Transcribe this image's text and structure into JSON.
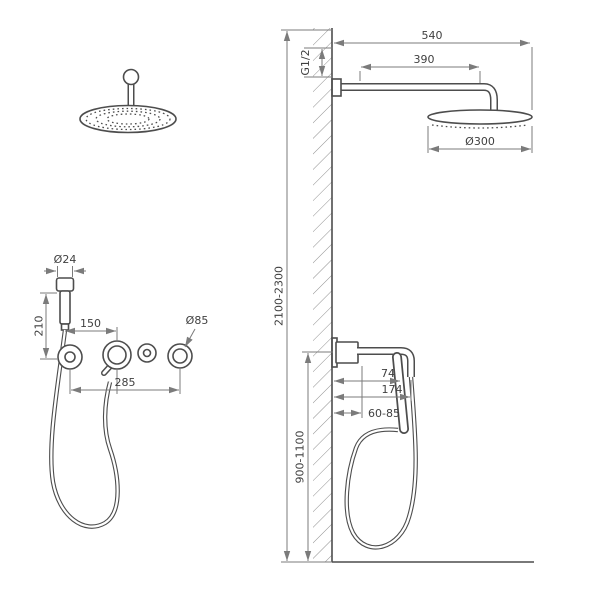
{
  "front_view": {
    "hand_shower_diameter": "Ø24",
    "hand_shower_offset": "210",
    "handle_spacing": "150",
    "trim_width": "285",
    "handle_diameter": "Ø85"
  },
  "side_view": {
    "inlet_thread": "G1/2",
    "arm_total_reach": "540",
    "arm_reach": "390",
    "head_diameter": "Ø300",
    "mounting_height": "2100-2300",
    "spout_offset": "74",
    "spout_reach": "174",
    "valve_depth": "60-85",
    "valve_height": "900-1100"
  },
  "colors": {
    "line": "#4d4d4d",
    "dimension": "#7b7b7b",
    "background": "#ffffff"
  }
}
